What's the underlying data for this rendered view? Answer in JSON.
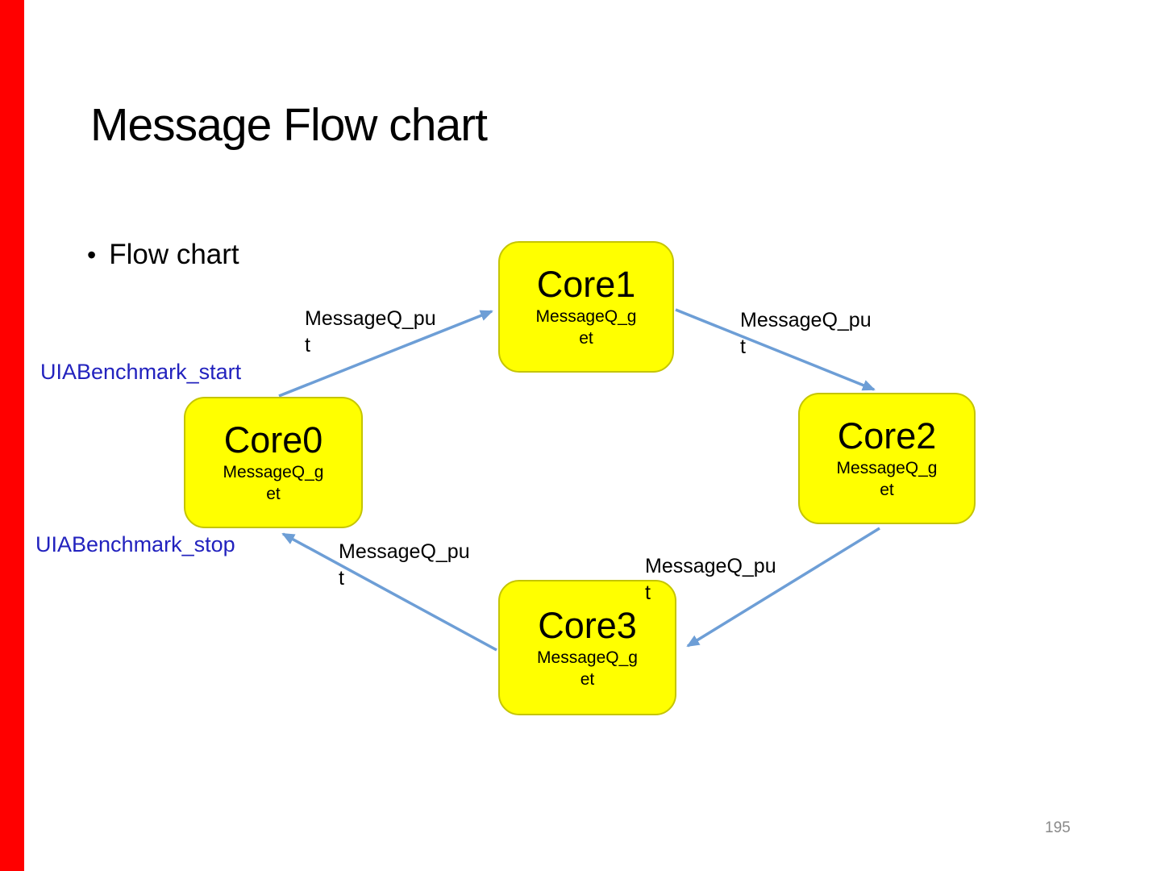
{
  "slide": {
    "title": "Message Flow chart",
    "bullet_glyph": "•",
    "bullet_text": "Flow chart",
    "page_number": "195"
  },
  "diagram": {
    "nodes": {
      "core0": {
        "title": "Core0",
        "subtitle": "MessageQ_g\net"
      },
      "core1": {
        "title": "Core1",
        "subtitle": "MessageQ_g\net"
      },
      "core2": {
        "title": "Core2",
        "subtitle": "MessageQ_g\net"
      },
      "core3": {
        "title": "Core3",
        "subtitle": "MessageQ_g\net"
      }
    },
    "edge_labels": {
      "core0_to_core1": "MessageQ_pu\nt",
      "core1_to_core2": "MessageQ_pu\nt",
      "core2_to_core3": "MessageQ_pu\nt",
      "core3_to_core0": "MessageQ_pu\nt"
    },
    "annotations": {
      "start": "UIABenchmark_start",
      "stop": "UIABenchmark_stop"
    }
  },
  "colors": {
    "accent_bar": "#FF0000",
    "node_fill": "#FFFF00",
    "node_border": "#C5C500",
    "arrow": "#6D9ED6",
    "annotation_text": "#2222BE",
    "page_number": "#898989",
    "text": "#000000"
  }
}
